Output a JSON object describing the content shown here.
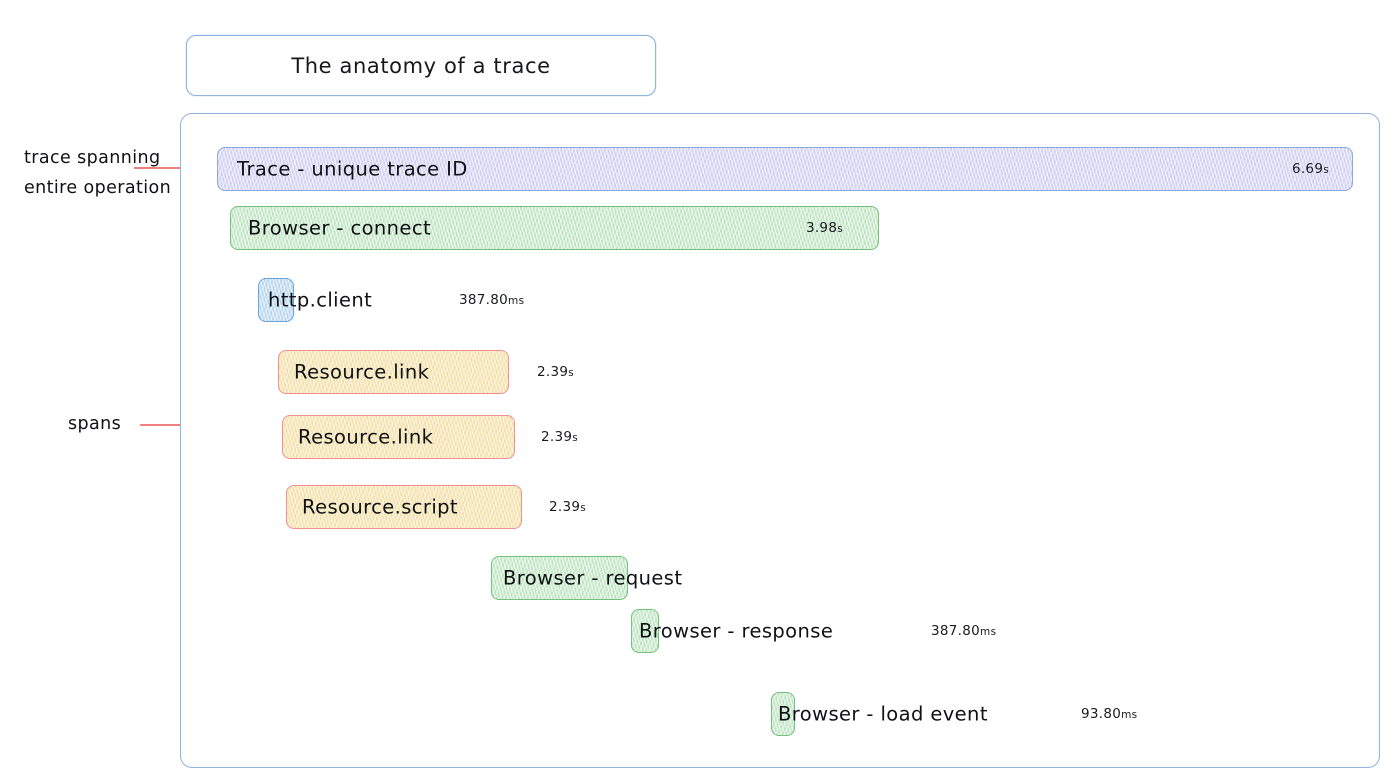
{
  "title": {
    "text": "The anatomy of a trace"
  },
  "annotations": [
    {
      "name": "trace-annotation",
      "text": "trace spanning entire operation"
    },
    {
      "name": "spans-annotation",
      "text": "spans"
    }
  ],
  "colors": {
    "border_blue": "#8fb3e0",
    "trace_purple": "#e3e2f7",
    "browser_green": "#dcf3dd",
    "http_blue": "#d8eaf9",
    "resource_yellow": "#fbeec8",
    "resource_border_red": "#f2908f",
    "leader_red": "#f08080",
    "text": "#101114"
  },
  "spans": [
    {
      "name": "trace-root",
      "label": "Trace - unique trace ID",
      "duration": "6.69",
      "unit": "s",
      "duration_inside": true,
      "fill": "purple"
    },
    {
      "name": "browser-connect",
      "label": "Browser - connect",
      "duration": "3.98",
      "unit": "s",
      "duration_inside": true,
      "fill": "green"
    },
    {
      "name": "http-client",
      "label": "http.client",
      "duration": "387.80",
      "unit": "ms",
      "duration_inside": false,
      "fill": "blue"
    },
    {
      "name": "resource-link-1",
      "label": "Resource.link",
      "duration": "2.39",
      "unit": "s",
      "duration_inside": false,
      "fill": "yellow"
    },
    {
      "name": "resource-link-2",
      "label": "Resource.link",
      "duration": "2.39",
      "unit": "s",
      "duration_inside": false,
      "fill": "yellow"
    },
    {
      "name": "resource-script",
      "label": "Resource.script",
      "duration": "2.39",
      "unit": "s",
      "duration_inside": false,
      "fill": "yellow"
    },
    {
      "name": "browser-request",
      "label": "Browser - request",
      "duration": "",
      "unit": "",
      "duration_inside": false,
      "fill": "green"
    },
    {
      "name": "browser-response",
      "label": "Browser - response",
      "duration": "387.80",
      "unit": "ms",
      "duration_inside": false,
      "fill": "green"
    },
    {
      "name": "browser-load",
      "label": "Browser - load event",
      "duration": "93.80",
      "unit": "ms",
      "duration_inside": false,
      "fill": "green"
    }
  ]
}
